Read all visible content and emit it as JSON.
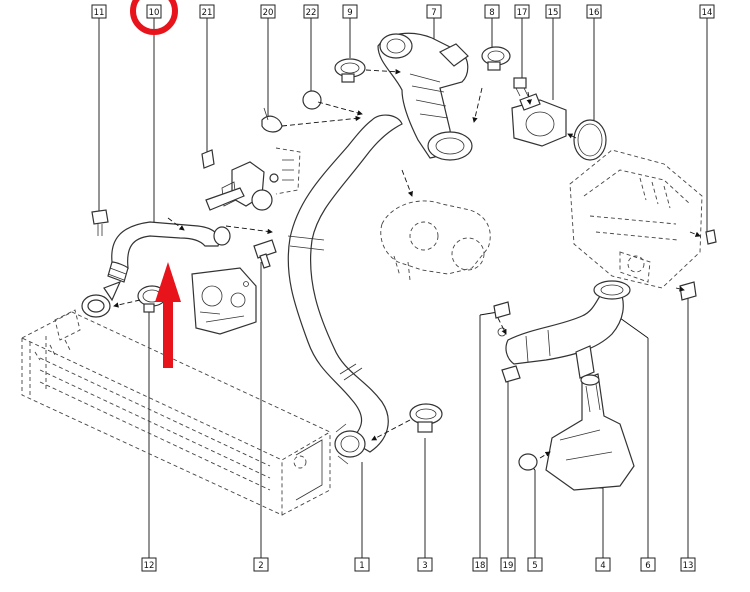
{
  "callouts_top": [
    "11",
    "10",
    "21",
    "20",
    "22",
    "9",
    "7",
    "8",
    "17",
    "15",
    "16",
    "14"
  ],
  "callouts_bottom": [
    "12",
    "2",
    "1",
    "3",
    "18",
    "19",
    "5",
    "4",
    "6",
    "13"
  ],
  "highlight": {
    "target_callout": "10",
    "circle_color": "#e8141b",
    "arrow_color": "#e8141b"
  }
}
